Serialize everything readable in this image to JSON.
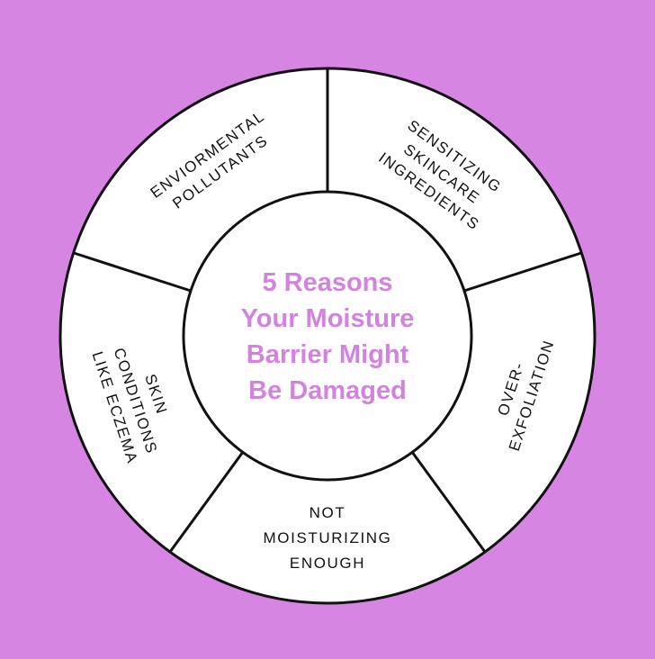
{
  "colors": {
    "background": "#d686e2",
    "title": "#d283de",
    "fill": "#ffffff",
    "stroke": "#111111"
  },
  "center_title": [
    "5 Reasons",
    "Your Moisture",
    "Barrier Might",
    "Be Damaged"
  ],
  "segments": [
    {
      "lines": [
        "ENVIORMENTAL",
        "POLLUTANTS"
      ]
    },
    {
      "lines": [
        "SENSITIZING",
        "SKINCARE",
        "INGREDIENTS"
      ]
    },
    {
      "lines": [
        "OVER-",
        "EXFOLIATION"
      ]
    },
    {
      "lines": [
        "NOT",
        "MOISTURIZING",
        "ENOUGH"
      ]
    },
    {
      "lines": [
        "SKIN",
        "CONDITIONS",
        "LIKE ECZEMA"
      ]
    }
  ]
}
